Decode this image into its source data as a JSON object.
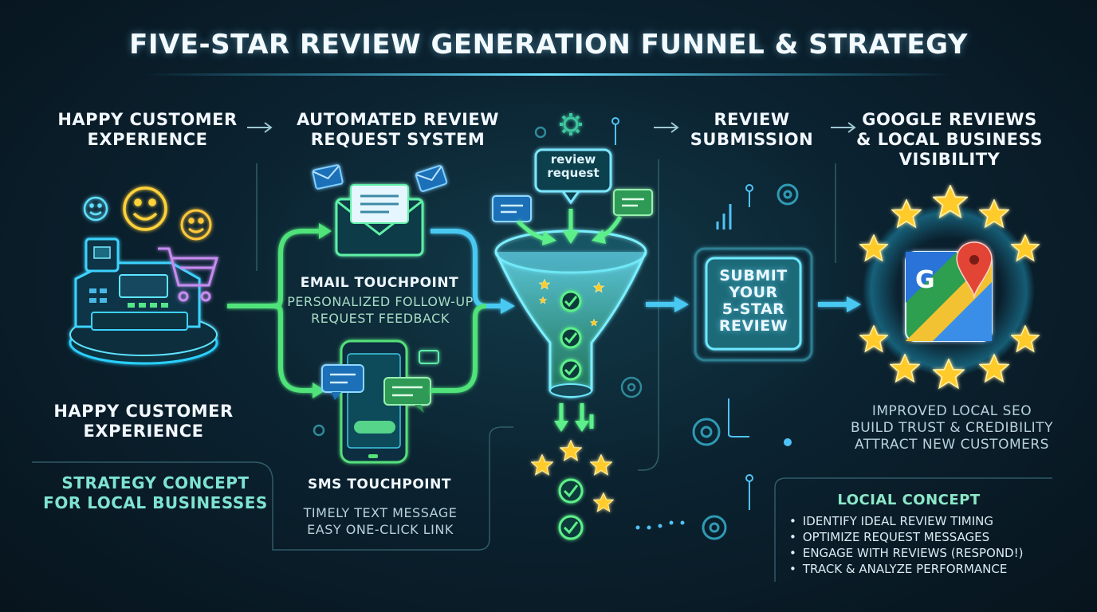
{
  "title": "FIVE-STAR REVIEW GENERATION FUNNEL & STRATEGY",
  "stage1": {
    "header": [
      "HAPPY CUSTOMER",
      "EXPERIENCE"
    ],
    "caption": [
      "HAPPY CUSTOMER",
      "EXPERIENCE"
    ],
    "strategy": [
      "STRATEGY CONCEPT",
      "FOR LOCAL BUSINESSES"
    ]
  },
  "stage2": {
    "header": [
      "AUTOMATED REVIEW",
      "REQUEST SYSTEM"
    ],
    "email_title": "EMAIL TOUCHPOINT",
    "email_sub": [
      "PERSONALIZED FOLLOW-UP",
      "REQUEST FEEDBACK"
    ],
    "sms_title": "SMS TOUCHPOINT",
    "sms_sub": [
      "TIMELY TEXT MESSAGE",
      "EASY ONE-CLICK LINK"
    ]
  },
  "funnel": {
    "bubble": [
      "review",
      "request"
    ]
  },
  "stage3": {
    "header": [
      "REVIEW",
      "SUBMISSION"
    ],
    "button": [
      "SUBMIT",
      "YOUR",
      "5-STAR",
      "REVIEW"
    ]
  },
  "stage4": {
    "header": [
      "GOOGLE REVIEWS",
      "& LOCAL BUSINESS",
      "VISIBILITY"
    ],
    "map_letter": "G",
    "benefits": [
      "IMPROVED LOCAL SEO",
      "BUILD TRUST & CREDIBILITY",
      "ATTRACT NEW CUSTOMERS"
    ]
  },
  "concept": {
    "title": "LOCIAL CONCEPT",
    "items": [
      "IDENTIFY IDEAL REVIEW TIMING",
      "OPTIMIZE REQUEST MESSAGES",
      "ENGAGE WITH REVIEWS (RESPOND!)",
      "TRACK & ANALYZE PERFORMANCE"
    ]
  },
  "colors": {
    "green": "#55e07a",
    "blue": "#4fc3f7",
    "gold": "#ffc928",
    "mint": "#8ce8c8"
  }
}
